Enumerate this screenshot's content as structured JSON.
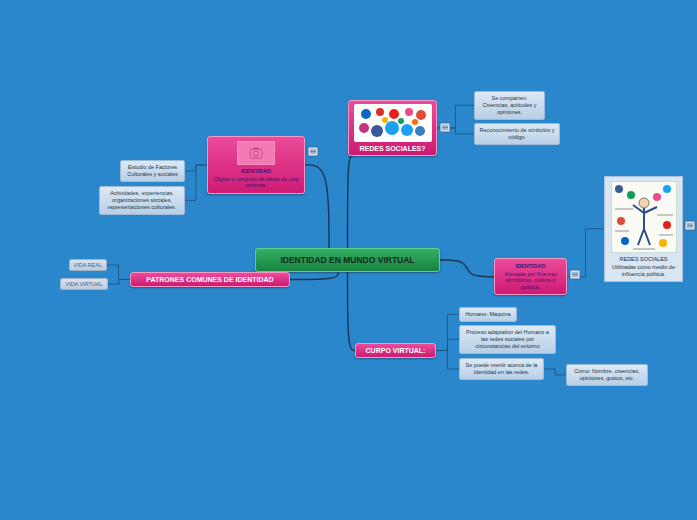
{
  "diagram": {
    "nodes": [
      {
        "text": [
          "IDENTIDAD EN MUNDO VIRTUAL"
        ]
      },
      {
        "text": [
          "REDES SOCIALES?"
        ]
      },
      {
        "text": [
          "Se comparten: Creencias, actitudes y opiniones."
        ]
      },
      {
        "text": [
          "Reconocimiento de símbolos y código."
        ]
      },
      {
        "text": [
          "IDENTIDAD",
          "Objeto o conjunto de ideas de una persona."
        ]
      },
      {
        "text": [
          "Estudio de Factores Culturales y sociales"
        ]
      },
      {
        "text": [
          "Actividades, experiencias, organizaciones sociales, representaciones culturales."
        ]
      },
      {
        "text": [
          "PATRONES COMUNES DE IDENTIDAD"
        ]
      },
      {
        "text": [
          "VIDA REAL"
        ]
      },
      {
        "text": [
          "VIDA VIRTUAL"
        ]
      },
      {
        "text": [
          "IDENTIDAD",
          "Afectada por Fuerzas simbólicas, cultura o política."
        ]
      },
      {
        "text": [
          "REDES SOCIALES",
          "Utilizadas como medio de influencia política."
        ]
      },
      {
        "text": [
          "CURPO VIRTUAL:"
        ]
      },
      {
        "text": [
          "Humano- Maquina"
        ]
      },
      {
        "text": [
          "Proceso adaptativo del Humano a las redes sociales por circunstancias del entorno"
        ]
      },
      {
        "text": [
          "Se puede mentir acerca de la Identidad en las redes."
        ]
      },
      {
        "text": [
          "Como: Nombre, creencias, opiniones, gustos, etc."
        ]
      }
    ],
    "edges": [
      {
        "from": 0,
        "to": 1,
        "arrow": "none"
      },
      {
        "from": 1,
        "to": 2,
        "arrow": "none"
      },
      {
        "from": 1,
        "to": 3,
        "arrow": "none"
      },
      {
        "from": 0,
        "to": 4,
        "arrow": "none"
      },
      {
        "from": 4,
        "to": 5,
        "arrow": "none"
      },
      {
        "from": 4,
        "to": 6,
        "arrow": "none"
      },
      {
        "from": 0,
        "to": 7,
        "arrow": "none"
      },
      {
        "from": 7,
        "to": 8,
        "arrow": "none"
      },
      {
        "from": 7,
        "to": 9,
        "arrow": "none"
      },
      {
        "from": 0,
        "to": 10,
        "arrow": "none"
      },
      {
        "from": 10,
        "to": 11,
        "arrow": "none"
      },
      {
        "from": 0,
        "to": 12,
        "arrow": "none"
      },
      {
        "from": 12,
        "to": 13,
        "arrow": "none"
      },
      {
        "from": 12,
        "to": 14,
        "arrow": "none"
      },
      {
        "from": 12,
        "to": 15,
        "arrow": "none"
      },
      {
        "from": 15,
        "to": 16,
        "arrow": "none"
      }
    ]
  }
}
